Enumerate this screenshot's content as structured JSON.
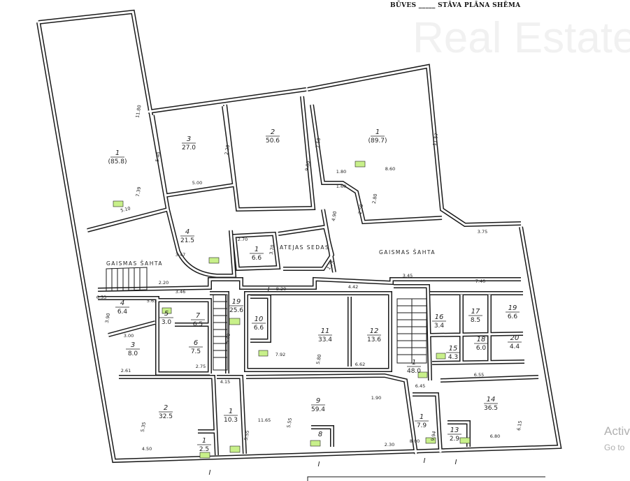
{
  "title": "BŪVES _____ STĀVA PLĀNA SHĒMA",
  "watermark": "Real Estate",
  "os_notice": {
    "line1": "Activ",
    "line2": "Go to"
  },
  "labels": {
    "light_shaft_left": "GAISMAS ŠAHTA",
    "light_shaft_right": "GAISMAS ŠAHTA",
    "atejas": "ATEJAS SEDAS"
  },
  "rooms": [
    {
      "no": "1",
      "area": "(85.8)"
    },
    {
      "no": "3",
      "area": "27.0"
    },
    {
      "no": "2",
      "area": "50.6"
    },
    {
      "no": "1",
      "area": "(89.7)"
    },
    {
      "no": "4",
      "area": "21.5"
    },
    {
      "no": "1",
      "area": "6.6"
    },
    {
      "no": "4",
      "area": "6.4"
    },
    {
      "no": "3",
      "area": "8.0"
    },
    {
      "no": "5",
      "area": "3.0"
    },
    {
      "no": "7",
      "area": "6.5"
    },
    {
      "no": "6",
      "area": "7.5"
    },
    {
      "no": "19",
      "area": "25.6"
    },
    {
      "no": "10",
      "area": "6.6"
    },
    {
      "no": "11",
      "area": "33.4"
    },
    {
      "no": "12",
      "area": "13.6"
    },
    {
      "no": "1",
      "area": "48.0"
    },
    {
      "no": "16",
      "area": "3.4"
    },
    {
      "no": "17",
      "area": "8.5"
    },
    {
      "no": "19",
      "area": "6.6"
    },
    {
      "no": "15",
      "area": "4.3"
    },
    {
      "no": "18",
      "area": "6.0"
    },
    {
      "no": "20",
      "area": "4.4"
    },
    {
      "no": "2",
      "area": "32.5"
    },
    {
      "no": "1",
      "area": "10.3"
    },
    {
      "no": "1",
      "area": "2.5"
    },
    {
      "no": "9",
      "area": "59.4"
    },
    {
      "no": "8",
      "area": ""
    },
    {
      "no": "1",
      "area": "7.9"
    },
    {
      "no": "14",
      "area": "36.5"
    },
    {
      "no": "13",
      "area": "2.9"
    }
  ],
  "dimensions": [
    "11.80",
    "7.39",
    "5.10",
    "5.40",
    "5.00",
    "2.20",
    "9.80",
    "7.50",
    "11.57",
    "8.60",
    "1.80",
    "1.60",
    "2.80",
    "2.50",
    "4.90",
    "3.75",
    "3.47",
    "2.70",
    "3.70",
    "1.75",
    "3.46",
    "2.20",
    "8.20",
    "4.42",
    "3.45",
    "7.40",
    "6.53",
    "3.00",
    "2.75",
    "5.40",
    "7.92",
    "5.80",
    "6.62",
    "6.55",
    "5.35",
    "4.50",
    "4.15",
    "5.55",
    "11.65",
    "1.90",
    "5.55",
    "2.30",
    "8.00",
    "9.94",
    "6.15",
    "6.80",
    "6.45",
    "5.63",
    "2.61",
    "3.90"
  ],
  "section_marks": [
    "I",
    "I",
    "I",
    "I",
    "I"
  ]
}
